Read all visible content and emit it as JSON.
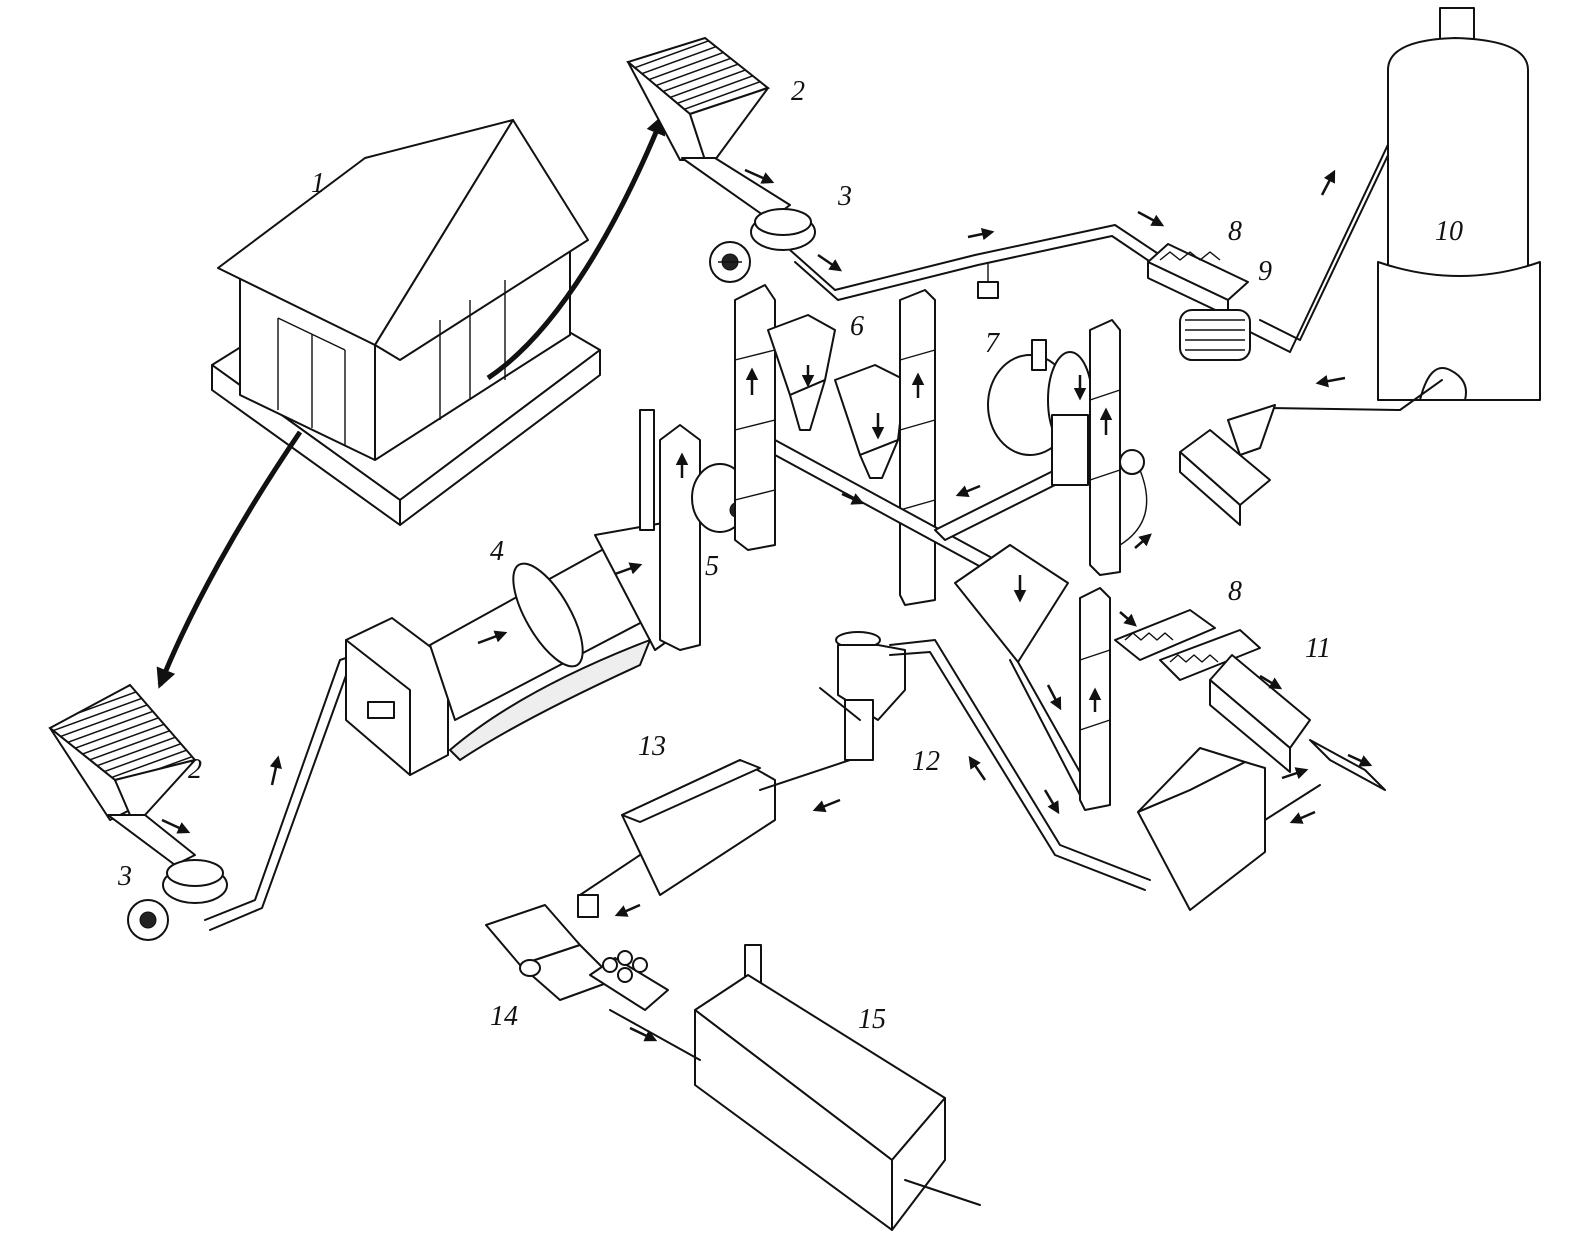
{
  "labels": {
    "l1": "1",
    "l2a": "2",
    "l2b": "2",
    "l3a": "3",
    "l3b": "3",
    "l4": "4",
    "l5": "5",
    "l6": "6",
    "l7": "7",
    "l8a": "8",
    "l8b": "8",
    "l9": "9",
    "l10": "10",
    "l11": "11",
    "l12": "12",
    "l13": "13",
    "l14": "14",
    "l15": "15"
  }
}
